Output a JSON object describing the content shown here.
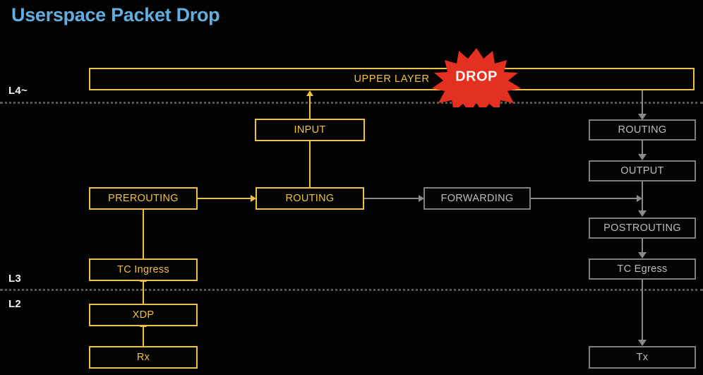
{
  "page": {
    "title": "Userspace Packet Drop",
    "title_color": "#62AEE0",
    "background": "#000000"
  },
  "colors": {
    "active_path": "#EFC143",
    "inactive_path": "#8A8A8A",
    "inactive_text": "#BDBDBD",
    "drop_badge": "#E33020",
    "drop_text": "#FFFFFF",
    "divider": "#5A5853"
  },
  "layer_labels": [
    {
      "name": "l4",
      "label": "L4~"
    },
    {
      "name": "l3",
      "label": "L3"
    },
    {
      "name": "l2",
      "label": "L2"
    }
  ],
  "nodes": {
    "upper_layer": {
      "label": "UPPER LAYER",
      "state": "active"
    },
    "input": {
      "label": "INPUT",
      "state": "active"
    },
    "prerouting": {
      "label": "PREROUTING",
      "state": "active"
    },
    "routing_left": {
      "label": "ROUTING",
      "state": "active"
    },
    "forwarding": {
      "label": "FORWARDING",
      "state": "inactive"
    },
    "tc_ingress": {
      "label": "TC Ingress",
      "state": "active"
    },
    "xdp": {
      "label": "XDP",
      "state": "active"
    },
    "rx": {
      "label": "Rx",
      "state": "active"
    },
    "routing_right": {
      "label": "ROUTING",
      "state": "inactive"
    },
    "output": {
      "label": "OUTPUT",
      "state": "inactive"
    },
    "postrouting": {
      "label": "POSTROUTING",
      "state": "inactive"
    },
    "tc_egress": {
      "label": "TC Egress",
      "state": "inactive"
    },
    "tx": {
      "label": "Tx",
      "state": "inactive"
    }
  },
  "badge": {
    "label": "DROP"
  }
}
